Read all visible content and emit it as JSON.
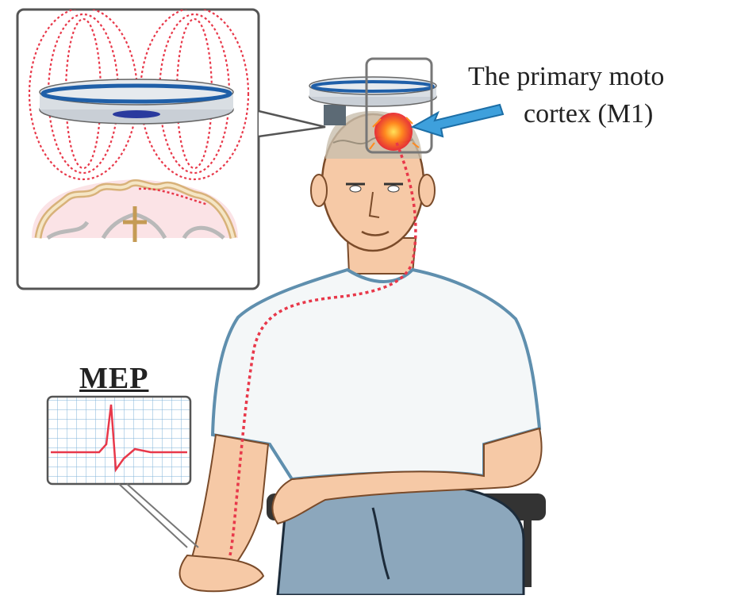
{
  "labels": {
    "m1_line1": "The primary moto",
    "m1_line2": "cortex (M1)",
    "mep": "MEP"
  },
  "icons": {
    "coil": "tms-coil-icon",
    "field": "magnetic-field-icon",
    "brain": "brain-cross-section-icon",
    "hotspot": "motor-cortex-hotspot-icon",
    "arrow": "pointer-arrow-icon",
    "waveform": "mep-waveform-icon",
    "person": "seated-person-icon"
  },
  "colors": {
    "coil_blue": "#1f5fa8",
    "pathway_red": "#e8384a",
    "arrow_blue": "#3ea0dc",
    "hotspot": "#f25a1f",
    "shirt": "#f4f7f8",
    "skin": "#f6c9a6",
    "pants": "#8ca7bc"
  }
}
